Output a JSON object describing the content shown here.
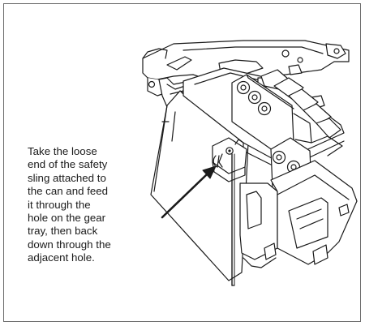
{
  "caption": {
    "lines": [
      "Take the loose",
      "end of the safety",
      "sling attached to",
      "the can and feed",
      "it through the",
      "hole on the gear",
      "tray, then back",
      "down through the",
      "adjacent hole."
    ]
  },
  "colors": {
    "line": "#1a1a1a",
    "border": "#6b6b6b",
    "background": "#ffffff"
  }
}
